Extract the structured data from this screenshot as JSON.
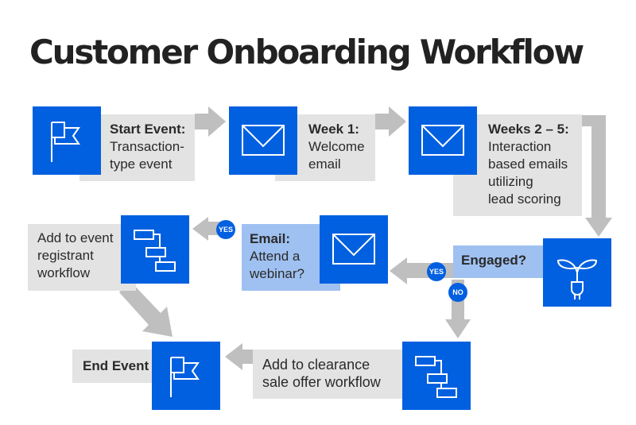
{
  "title": "Customer Onboarding Workflow",
  "colors": {
    "accent": "#0160e0",
    "label_gray": "#e3e3e3",
    "label_blue": "#9fc1f1",
    "arrow": "#bfbfbf",
    "text": "#222222"
  },
  "nodes": {
    "start": {
      "icon": "flag-icon",
      "heading": "Start Event:",
      "lines": [
        "Transaction-",
        "type event"
      ]
    },
    "week1": {
      "icon": "envelope-icon",
      "heading": "Week 1:",
      "lines": [
        "Welcome",
        "email"
      ]
    },
    "weeks2_5": {
      "icon": "envelope-icon",
      "heading": "Weeks 2 – 5:",
      "lines": [
        "Interaction",
        "based emails",
        "utilizing",
        "lead scoring"
      ]
    },
    "engaged": {
      "icon": "plant-plug-icon",
      "heading": "Engaged?"
    },
    "webinar": {
      "icon": "envelope-icon",
      "heading": "Email:",
      "lines": [
        "Attend a",
        "webinar?"
      ]
    },
    "registrant": {
      "icon": "workflow-icon",
      "lines": [
        "Add to event",
        "registrant",
        "workflow"
      ]
    },
    "clearance": {
      "icon": "workflow-icon",
      "lines": [
        "Add to clearance",
        "sale offer workflow"
      ]
    },
    "end": {
      "icon": "flag-icon",
      "heading": "End Event"
    }
  },
  "badges": {
    "yes": "YES",
    "no": "NO"
  }
}
